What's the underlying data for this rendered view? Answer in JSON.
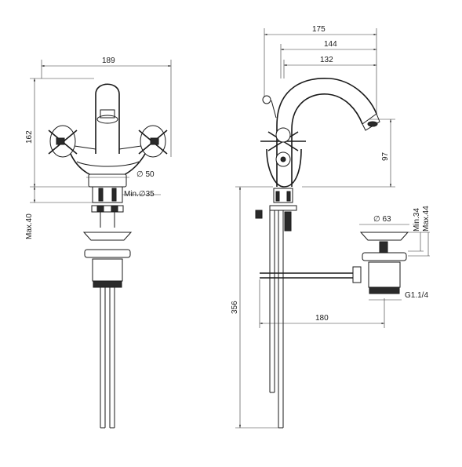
{
  "dimensions": {
    "front_width": "189",
    "front_height": "162",
    "front_spout_diameter": "∅ 50",
    "front_hole": "Min.∅35",
    "front_max_deck": "Max.40",
    "side_total_reach": "175",
    "side_reach_2": "144",
    "side_reach_3": "132",
    "side_spout_height": "97",
    "side_rod_length": "356",
    "side_rod_reach": "180",
    "waste_diameter": "∅ 63",
    "waste_min": "Min.34",
    "waste_max": "Max.44",
    "waste_thread": "G1.1/4"
  }
}
